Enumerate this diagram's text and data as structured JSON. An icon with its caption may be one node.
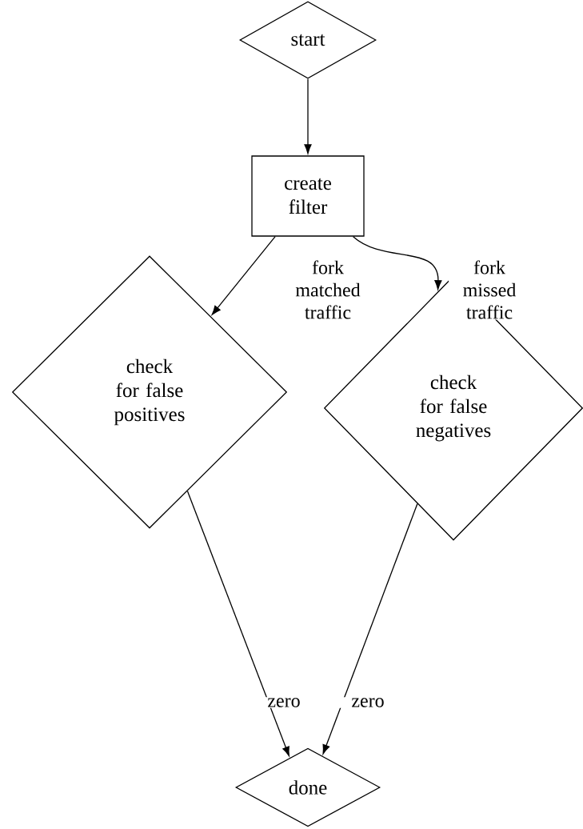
{
  "diagram": {
    "nodes": [
      {
        "text": [
          "start"
        ]
      },
      {
        "text": [
          "create filter"
        ]
      },
      {
        "text": [
          "check for false positives"
        ]
      },
      {
        "text": [
          "check for false negatives"
        ]
      },
      {
        "text": [
          "done"
        ]
      }
    ],
    "edges": [
      {
        "from": 0,
        "to": 1,
        "arrow": "to"
      },
      {
        "from": 1,
        "to": 2,
        "arrow": "to",
        "label": "fork matched traffic"
      },
      {
        "from": 1,
        "to": 3,
        "arrow": "to",
        "label": "fork missed traffic"
      },
      {
        "from": 2,
        "to": 4,
        "arrow": "to",
        "label": "zero"
      },
      {
        "from": 3,
        "to": 4,
        "arrow": "to",
        "label": "zero"
      }
    ]
  }
}
